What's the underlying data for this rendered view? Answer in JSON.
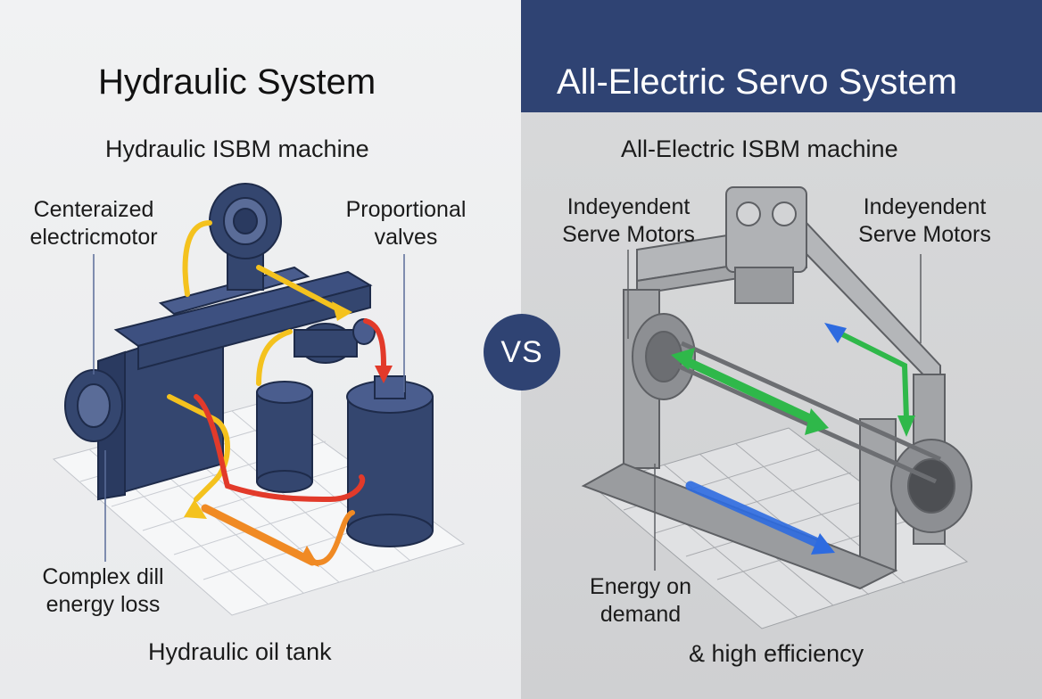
{
  "left": {
    "title": "Hydraulic System",
    "subtitle": "Hydraulic ISBM machine",
    "labels": {
      "motor": [
        "Centeraized",
        "electricmotor"
      ],
      "valves": [
        "Proportional",
        "valves"
      ],
      "loss": [
        "Complex dill",
        "energy loss"
      ]
    },
    "bottom": "Hydraulic oil tank"
  },
  "right": {
    "title": "All-Electric Servo System",
    "subtitle": "All-Electric ISBM machine",
    "labels": {
      "servo_left": [
        "Indeyendent",
        "Serve Motors"
      ],
      "servo_right": [
        "Indeyendent",
        "Serve Motors"
      ],
      "energy": [
        "Energy on",
        "demand"
      ]
    },
    "bottom": "& high efficiency"
  },
  "vs": "VS",
  "colors": {
    "navy": "#2f4373",
    "machine_blue": "#34466f",
    "steel_gray": "#9a9c9f",
    "arrow_yellow": "#f4c21e",
    "arrow_orange": "#f08a24",
    "arrow_red": "#e23a2a",
    "arrow_green": "#2fb84a",
    "arrow_blue": "#2d6be0"
  }
}
